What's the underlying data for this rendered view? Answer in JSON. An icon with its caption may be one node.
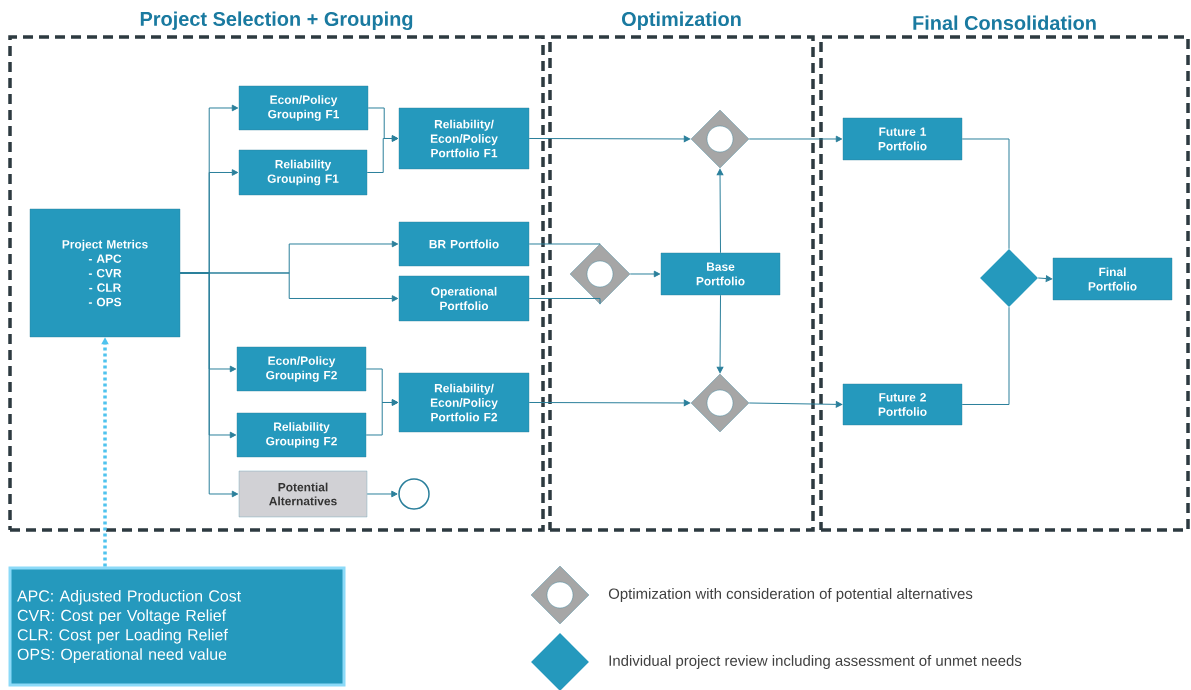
{
  "diagram": {
    "nodes": [
      {
        "text": [
          "Project Selection + Grouping"
        ]
      },
      {
        "text": [
          "Optimization"
        ]
      },
      {
        "text": [
          "Final Consolidation"
        ]
      },
      {
        "text": [
          "Project Metrics",
          "- APC",
          "- CVR",
          "- CLR",
          "- OPS"
        ],
        "in": 0
      },
      {
        "text": [
          "Econ/Policy Grouping F1"
        ],
        "in": 0
      },
      {
        "text": [
          "Reliability Grouping F1"
        ],
        "in": 0
      },
      {
        "text": [
          "Reliability/ Econ/Policy Portfolio F1"
        ],
        "in": 0
      },
      {
        "text": [
          "BR Portfolio"
        ],
        "in": 0
      },
      {
        "text": [
          "Operational Portfolio"
        ],
        "in": 0
      },
      {
        "text": [
          "Econ/Policy Grouping F2"
        ],
        "in": 0
      },
      {
        "text": [
          "Reliability Grouping F2"
        ],
        "in": 0
      },
      {
        "text": [
          "Reliability/ Econ/Policy Portfolio F2"
        ],
        "in": 0
      },
      {
        "text": [
          "Potential Alternatives"
        ],
        "in": 0
      },
      {
        "text": [],
        "shape": "circle",
        "in": 0
      },
      {
        "text": [],
        "shape": "diamond",
        "in": 1
      },
      {
        "text": [
          "Base Portfolio"
        ],
        "in": 1
      },
      {
        "text": [],
        "shape": "diamond",
        "in": 1
      },
      {
        "text": [],
        "shape": "diamond",
        "in": 1
      },
      {
        "text": [
          "Future 1 Portfolio"
        ],
        "in": 2
      },
      {
        "text": [
          "Future 2 Portfolio"
        ],
        "in": 2
      },
      {
        "text": [],
        "shape": "diamond",
        "in": 2
      },
      {
        "text": [
          "Final Portfolio"
        ],
        "in": 2
      },
      {
        "text": [
          "APC: Adjusted Production Cost",
          "CVR: Cost per Voltage Relief",
          "CLR: Cost per Loading Relief",
          "OPS: Operational need value"
        ]
      }
    ],
    "edges": [
      {
        "from": 3,
        "to": 4,
        "arrow": "to"
      },
      {
        "from": 3,
        "to": 5,
        "arrow": "to"
      },
      {
        "from": 3,
        "to": 7,
        "arrow": "to"
      },
      {
        "from": 3,
        "to": 8,
        "arrow": "to"
      },
      {
        "from": 3,
        "to": 9,
        "arrow": "to"
      },
      {
        "from": 3,
        "to": 10,
        "arrow": "to"
      },
      {
        "from": 3,
        "to": 12,
        "arrow": "to"
      },
      {
        "from": 4,
        "to": 6,
        "arrow": "to"
      },
      {
        "from": 5,
        "to": 6,
        "arrow": "to"
      },
      {
        "from": 9,
        "to": 11,
        "arrow": "to"
      },
      {
        "from": 10,
        "to": 11,
        "arrow": "to"
      },
      {
        "from": 12,
        "to": 13,
        "arrow": "to"
      },
      {
        "from": 6,
        "to": 16,
        "arrow": "to"
      },
      {
        "from": 11,
        "to": 17,
        "arrow": "to"
      },
      {
        "from": 7,
        "to": 14,
        "arrow": "none"
      },
      {
        "from": 8,
        "to": 14,
        "arrow": "none"
      },
      {
        "from": 14,
        "to": 15,
        "arrow": "to"
      },
      {
        "from": 15,
        "to": 16,
        "arrow": "to"
      },
      {
        "from": 15,
        "to": 17,
        "arrow": "to"
      },
      {
        "from": 16,
        "to": 18,
        "arrow": "to"
      },
      {
        "from": 17,
        "to": 19,
        "arrow": "to"
      },
      {
        "from": 18,
        "to": 20,
        "arrow": "none"
      },
      {
        "from": 19,
        "to": 20,
        "arrow": "none"
      },
      {
        "from": 20,
        "to": 21,
        "arrow": "to"
      },
      {
        "from": 22,
        "to": 3,
        "arrow": "to",
        "style": "dashed",
        "color": "#4fc3ee"
      }
    ],
    "legend": [
      {
        "text": "Optimization with consideration of potential alternatives"
      },
      {
        "text": "Individual project review including assessment of unmet needs"
      }
    ]
  }
}
